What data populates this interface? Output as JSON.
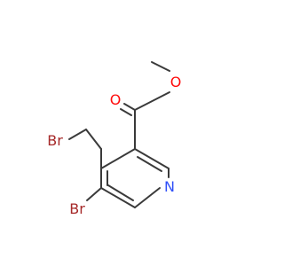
{
  "molecule": {
    "atom_labels": {
      "O_carbonyl": "O",
      "O_ester": "O",
      "Br_methyl": "Br",
      "Br_ring": "Br",
      "N_ring": "N"
    },
    "colors": {
      "bond": "#3a3a3a",
      "oxygen": "#ff0d0d",
      "bromine": "#a62929",
      "nitrogen": "#3050f8"
    }
  }
}
